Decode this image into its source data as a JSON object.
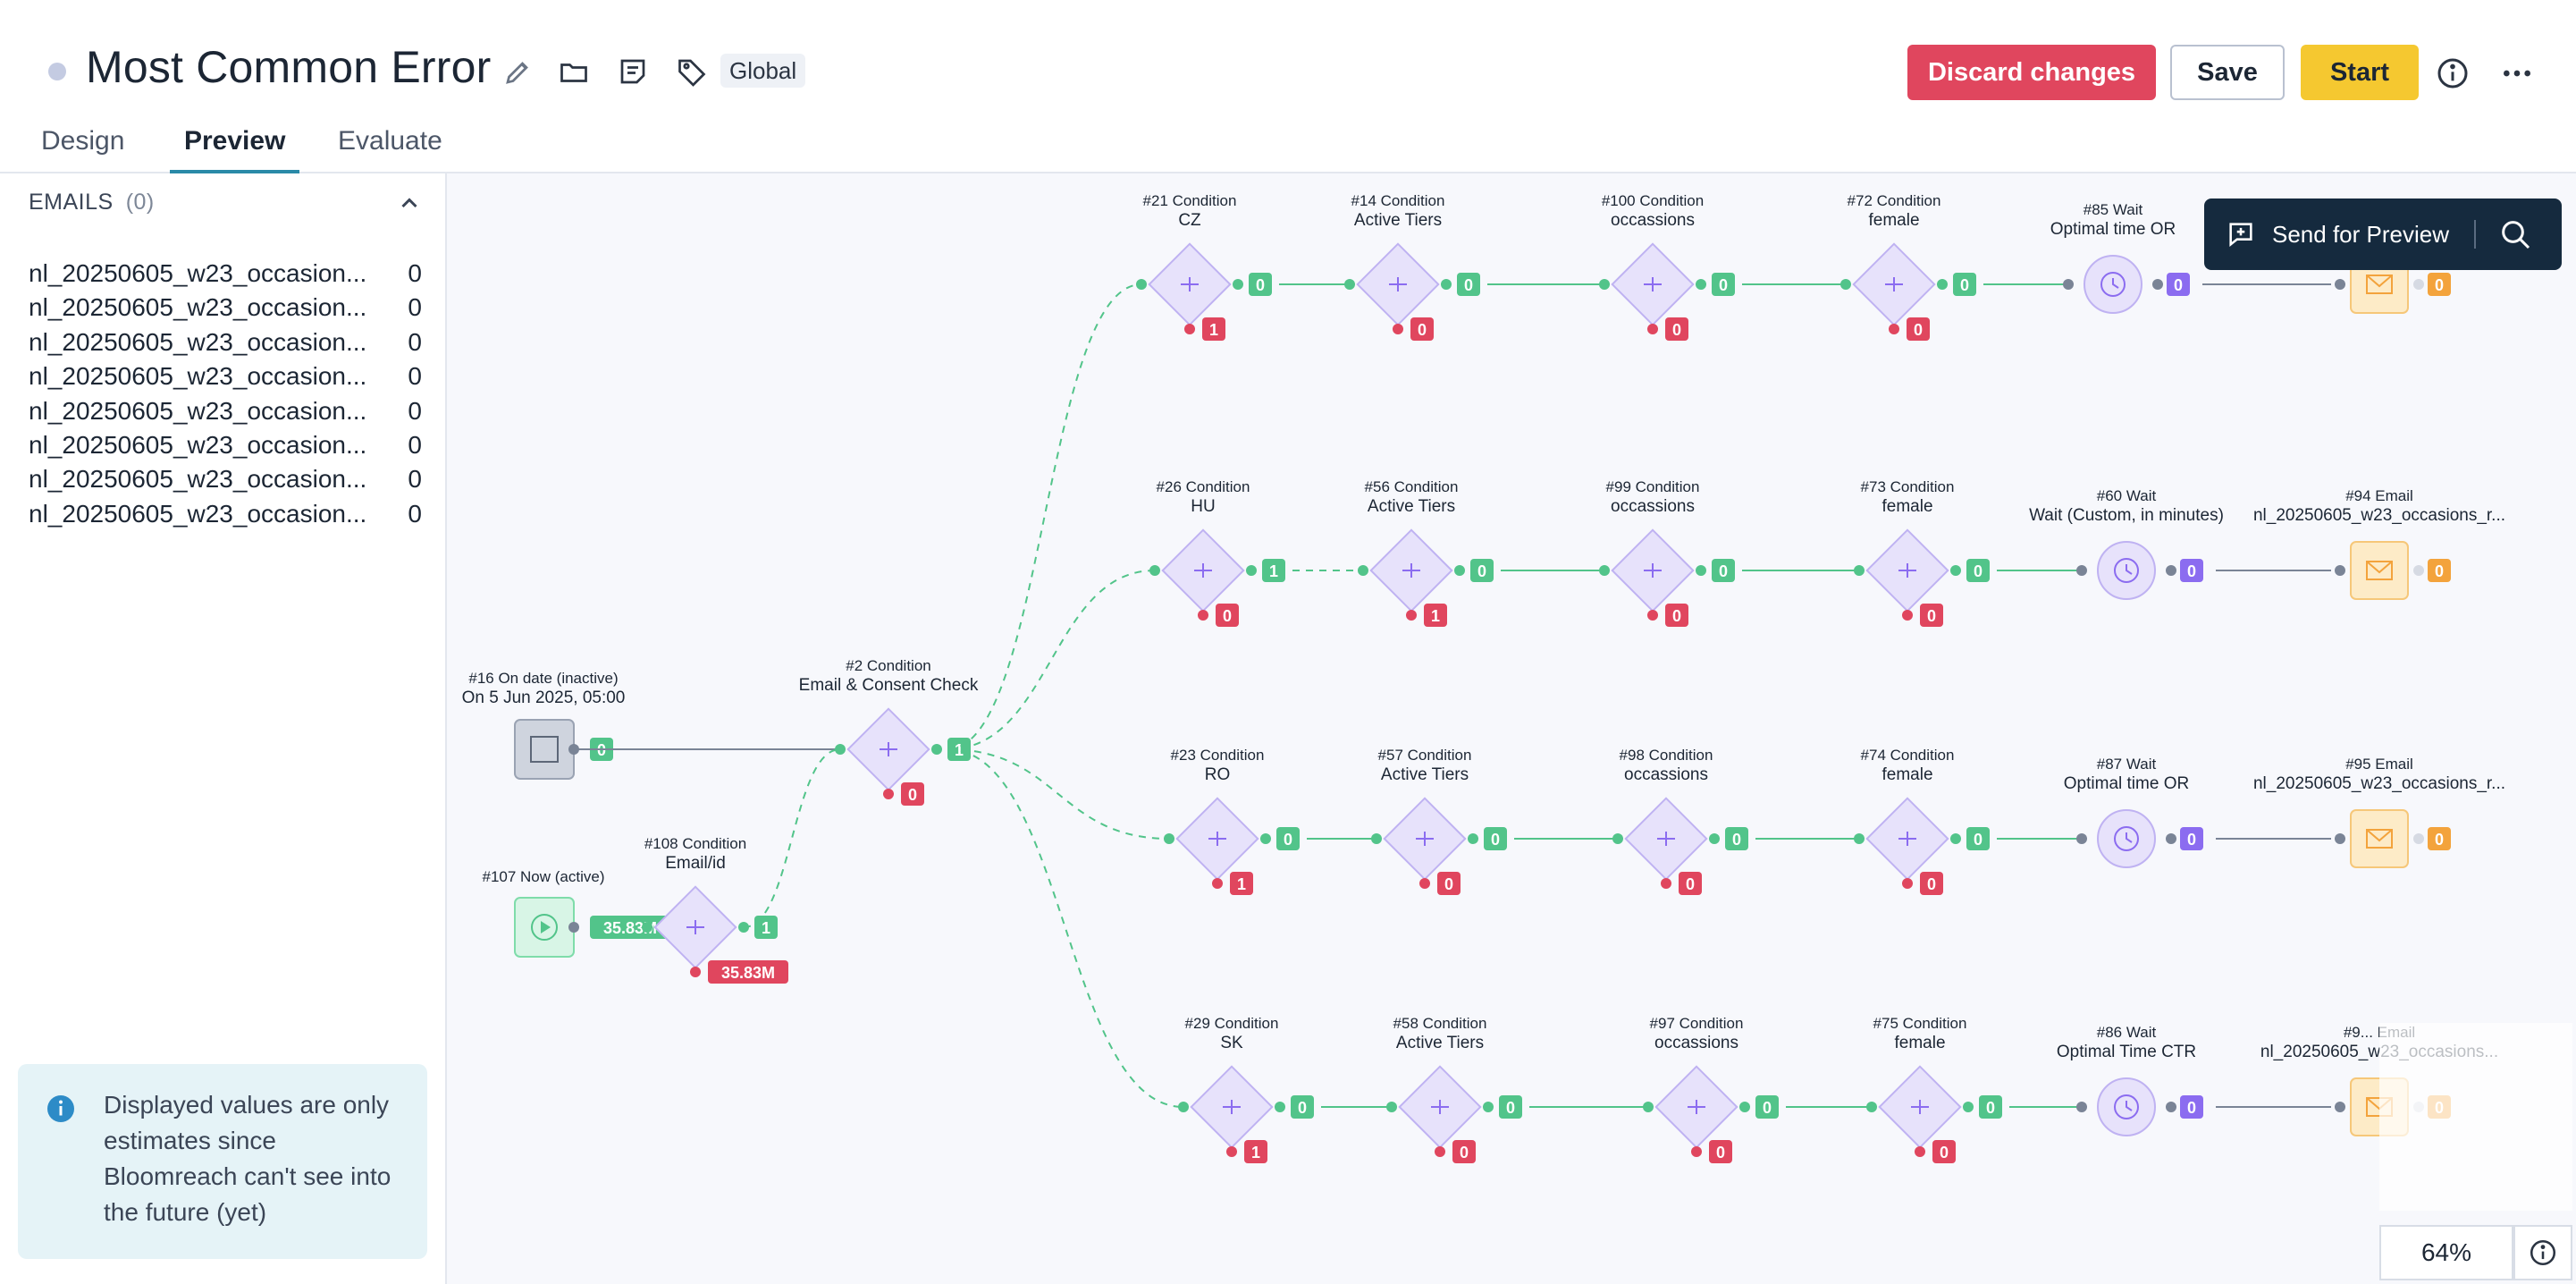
{
  "header": {
    "title": "Most Common Error",
    "scope_chip": "Global",
    "discard_label": "Discard changes",
    "save_label": "Save",
    "start_label": "Start"
  },
  "tabs": [
    {
      "label": "Design",
      "active": false
    },
    {
      "label": "Preview",
      "active": true
    },
    {
      "label": "Evaluate",
      "active": false
    }
  ],
  "sidebar": {
    "section_title": "EMAILS",
    "section_count": "(0)",
    "emails": [
      {
        "name": "nl_20250605_w23_occasion...",
        "count": "0"
      },
      {
        "name": "nl_20250605_w23_occasion...",
        "count": "0"
      },
      {
        "name": "nl_20250605_w23_occasion...",
        "count": "0"
      },
      {
        "name": "nl_20250605_w23_occasion...",
        "count": "0"
      },
      {
        "name": "nl_20250605_w23_occasion...",
        "count": "0"
      },
      {
        "name": "nl_20250605_w23_occasion...",
        "count": "0"
      },
      {
        "name": "nl_20250605_w23_occasion...",
        "count": "0"
      },
      {
        "name": "nl_20250605_w23_occasion...",
        "count": "0"
      }
    ],
    "notice": "Displayed values are only estimates since Bloomreach can't see into the future (yet)"
  },
  "canvas": {
    "preview_button": "Send for Preview",
    "zoom": "64%",
    "colors": {
      "green": "#52c48a",
      "red": "#e0465e",
      "purple": "#8b6cf0",
      "orange": "#f3a33c",
      "condition_fill": "#e7e2fb",
      "condition_stroke": "#bfb2f2"
    },
    "start_nodes": [
      {
        "id": "16",
        "title": "#16 On date (inactive)",
        "subtitle": "On 5 Jun 2025, 05:00",
        "kind": "calendar",
        "out": "0"
      },
      {
        "id": "107",
        "title": "#107 Now (active)",
        "subtitle": "",
        "kind": "now",
        "out": "35.83M"
      }
    ],
    "entry_conditions": [
      {
        "id": "108",
        "title": "#108 Condition",
        "subtitle": "Email/id",
        "yes": "1",
        "no": "35.83M"
      },
      {
        "id": "2",
        "title": "#2 Condition",
        "subtitle": "Email & Consent Check",
        "yes": "1",
        "no": "0"
      }
    ],
    "rows": [
      {
        "nodes": [
          {
            "type": "condition",
            "title": "#21 Condition",
            "subtitle": "CZ",
            "yes": "0",
            "no": "1"
          },
          {
            "type": "condition",
            "title": "#14 Condition",
            "subtitle": "Active Tiers",
            "yes": "0",
            "no": "0"
          },
          {
            "type": "condition",
            "title": "#100 Condition",
            "subtitle": "occassions",
            "yes": "0",
            "no": "0"
          },
          {
            "type": "condition",
            "title": "#72 Condition",
            "subtitle": "female",
            "yes": "0",
            "no": "0"
          },
          {
            "type": "wait",
            "title": "#85 Wait",
            "subtitle": "Optimal time OR",
            "out": "0"
          },
          {
            "type": "email",
            "title": "",
            "subtitle": "",
            "out": "0"
          }
        ]
      },
      {
        "nodes": [
          {
            "type": "condition",
            "title": "#26 Condition",
            "subtitle": "HU",
            "yes": "1",
            "no": "0"
          },
          {
            "type": "condition",
            "title": "#56 Condition",
            "subtitle": "Active Tiers",
            "yes": "0",
            "no": "1"
          },
          {
            "type": "condition",
            "title": "#99 Condition",
            "subtitle": "occassions",
            "yes": "0",
            "no": "0"
          },
          {
            "type": "condition",
            "title": "#73 Condition",
            "subtitle": "female",
            "yes": "0",
            "no": "0"
          },
          {
            "type": "wait",
            "title": "#60 Wait",
            "subtitle": "Wait (Custom, in minutes)",
            "out": "0"
          },
          {
            "type": "email",
            "title": "#94 Email",
            "subtitle": "nl_20250605_w23_occasions_r...",
            "out": "0"
          }
        ]
      },
      {
        "nodes": [
          {
            "type": "condition",
            "title": "#23 Condition",
            "subtitle": "RO",
            "yes": "0",
            "no": "1"
          },
          {
            "type": "condition",
            "title": "#57 Condition",
            "subtitle": "Active Tiers",
            "yes": "0",
            "no": "0"
          },
          {
            "type": "condition",
            "title": "#98 Condition",
            "subtitle": "occassions",
            "yes": "0",
            "no": "0"
          },
          {
            "type": "condition",
            "title": "#74 Condition",
            "subtitle": "female",
            "yes": "0",
            "no": "0"
          },
          {
            "type": "wait",
            "title": "#87 Wait",
            "subtitle": "Optimal time OR",
            "out": "0"
          },
          {
            "type": "email",
            "title": "#95 Email",
            "subtitle": "nl_20250605_w23_occasions_r...",
            "out": "0"
          }
        ]
      },
      {
        "nodes": [
          {
            "type": "condition",
            "title": "#29 Condition",
            "subtitle": "SK",
            "yes": "0",
            "no": "1"
          },
          {
            "type": "condition",
            "title": "#58 Condition",
            "subtitle": "Active Tiers",
            "yes": "0",
            "no": "0"
          },
          {
            "type": "condition",
            "title": "#97 Condition",
            "subtitle": "occassions",
            "yes": "0",
            "no": "0"
          },
          {
            "type": "condition",
            "title": "#75 Condition",
            "subtitle": "female",
            "yes": "0",
            "no": "0"
          },
          {
            "type": "wait",
            "title": "#86 Wait",
            "subtitle": "Optimal Time CTR",
            "out": "0"
          },
          {
            "type": "email",
            "title": "#9... Email",
            "subtitle": "nl_20250605_w23_occasions...",
            "out": "0"
          }
        ]
      }
    ]
  }
}
